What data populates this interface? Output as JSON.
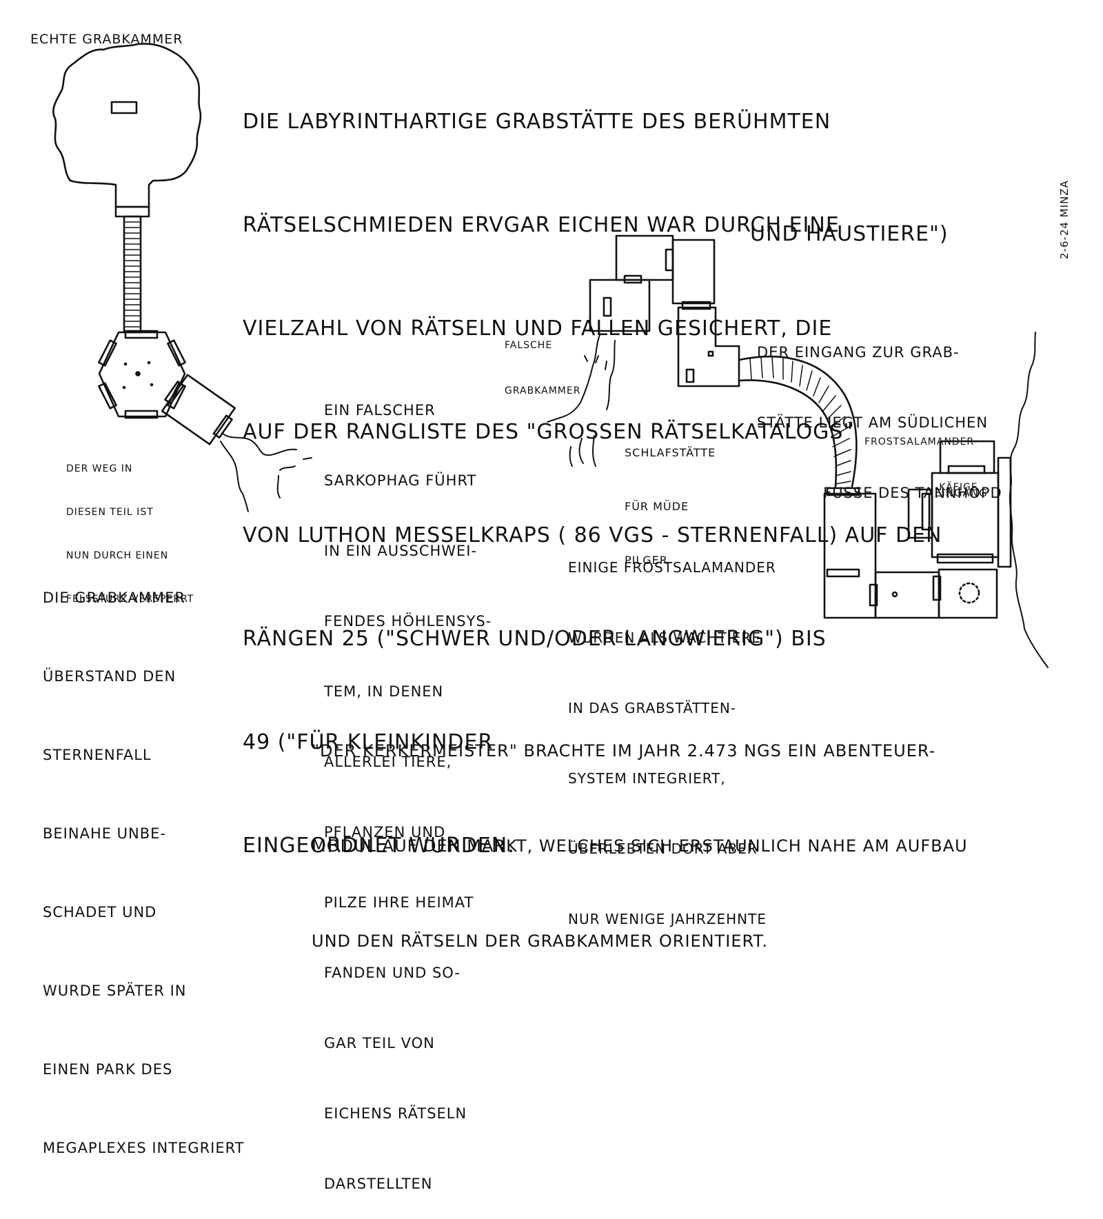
{
  "labels": {
    "echte_grabkammer": "ECHTE GRABKAMMER",
    "date_signature": "2-6-24 MiNZA",
    "falsche_grabkammer": [
      "FALSCHE",
      "GRABKAMMER"
    ],
    "schlafstaette": [
      "SCHLAFSTÄTTE",
      "FÜR MÜDE",
      "PILGER"
    ],
    "frostsalamander_kaefige": [
      "FROSTSALAMANDER-",
      "KÄFIGE"
    ],
    "eingang": "EiNGANG"
  },
  "texts": {
    "intro": [
      "DiE LABYRINTHARTIGE GRABSTÄTTE DES BERÜHMTEN",
      "RÄTSELSCHMiEDEN ERVGAR EiCHEN WAR DURCH EiNE",
      "ViELZAHL VON RÄTSELN UND FALLEN GESiCHERT, DiE",
      "AUF DER RANGLiSTE DES \"GROSSEN RÄTSELKATALOGS\"",
      "VON LUTHON MESSELKRAPS ( 86 VGS - STERNENFALL) AUF DEN",
      "RÄNGEN 25 (\"SCHWER UND/ODER LANGWiERiG\") BiS",
      "49 (\"FÜR KLEiNKiNDER",
      "EiNGEORDNET WURDEN."
    ],
    "intro_tail": "UND HAUSTiERE\")",
    "entrance": [
      "DER EiNGANG ZUR GRAB-",
      "STÄTTE LiEGT AM SÜDLiCHEN",
      "FUSSE DES TANNHOPD"
    ],
    "sarcophagus": [
      "EiN FALSCHER",
      "SARKOPHAG FÜHRT",
      "iN EiN AUSSCHWEi-",
      "FENDES HÖHLENSYS-",
      "TEM, iN DENEN",
      "ALLERLEi TiERE,",
      "PFLANZEN UND",
      "PiLZE iHRE HEiMAT",
      "FANDEN UND SO-",
      "GAR TEiL VON",
      "EiCHENS RÄTSELN",
      "DARSTELLTEN"
    ],
    "rockfall": [
      "DER WEG iN",
      "DiESEN TEiL iST",
      "NUN DURCH EiNEN",
      "FELSSTURZ VERSPERRT"
    ],
    "tomb_survived": [
      "DiE GRABKAMMER",
      "ÜBERSTAND DEN",
      "STERNENFALL",
      "BEiNAHE UNBE-",
      "SCHADET UND",
      "WURDE SPÄTER iN",
      "EiNEN PARK DES",
      "MEGAPLEXES iNTEGRiERT"
    ],
    "guard_animals": [
      "EiNiGE FROSTSALAMANDER",
      "WURDEN ALS WACHTiERE",
      "iN DAS GRABSTÄTTEN-",
      "SYSTEM iNTEGRiERT,",
      "ÜBERLEBTEN DORT ABER",
      "NUR WENiGE JAHRZEHNTE"
    ],
    "dungeon_master": [
      "\"DER KERKERMEiSTER\" BRACHTE iM JAHR 2.473 NGS EiN ABENTEUER-",
      "MODUL AUF DEN MARKT, WELCHES SiCH ERSTAUNLiCH NAHE AM AUFBAU",
      "UND DEN RÄTSELN DER GRABKAMMER ORiENTiERT."
    ]
  },
  "map_features": [
    "echte-grabkammer-cave",
    "sarcophagus",
    "segmented-corridor",
    "hexagonal-chamber",
    "collapsed-side-chamber",
    "cave-passages",
    "falsche-grabkammer",
    "schlafstaette-rooms",
    "curved-tunnel",
    "entrance-complex",
    "frostsalamander-cages",
    "mountain-slope"
  ],
  "colors": {
    "ink": "#111111",
    "paper": "#ffffff"
  }
}
